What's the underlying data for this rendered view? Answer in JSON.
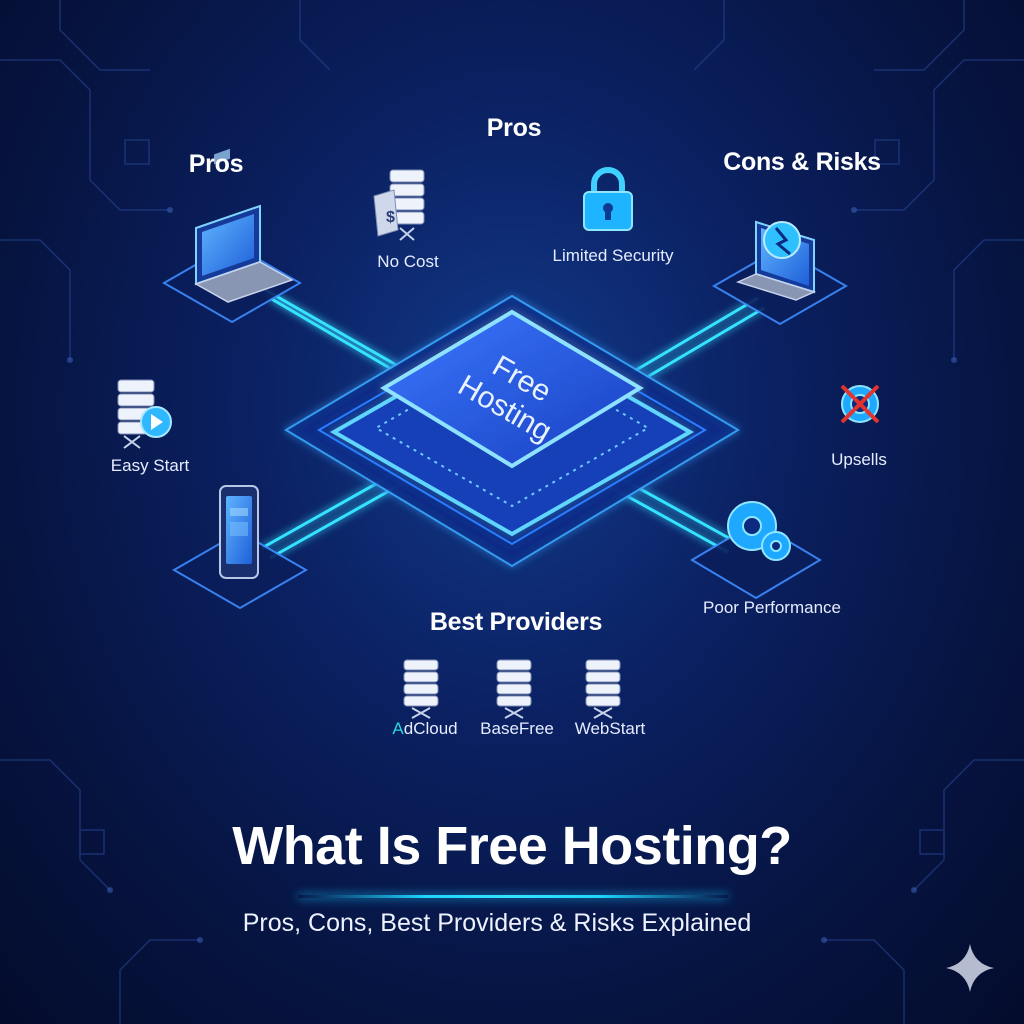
{
  "hub": {
    "label_line1": "Free",
    "label_line2": "Hosting"
  },
  "headings": {
    "pros_left": "Pros",
    "pros_top": "Pros",
    "cons": "Cons & Risks",
    "best_providers": "Best Providers"
  },
  "items": {
    "no_cost": "No Cost",
    "limited_security": "Limited Security",
    "easy_start": "Easy Start",
    "upsells": "Upsells",
    "poor_performance": "Poor Performance"
  },
  "providers": [
    {
      "prefix": "A",
      "rest": "dCloud"
    },
    {
      "name": "BaseFree"
    },
    {
      "name": "WebStart"
    }
  ],
  "title": "What Is Free Hosting?",
  "subtitle": "Pros, Cons, Best Providers & Risks Explained",
  "colors": {
    "background": "#0b2163",
    "glow": "#2fe0ff",
    "accent": "#2bd4e6",
    "danger": "#e3342f"
  }
}
